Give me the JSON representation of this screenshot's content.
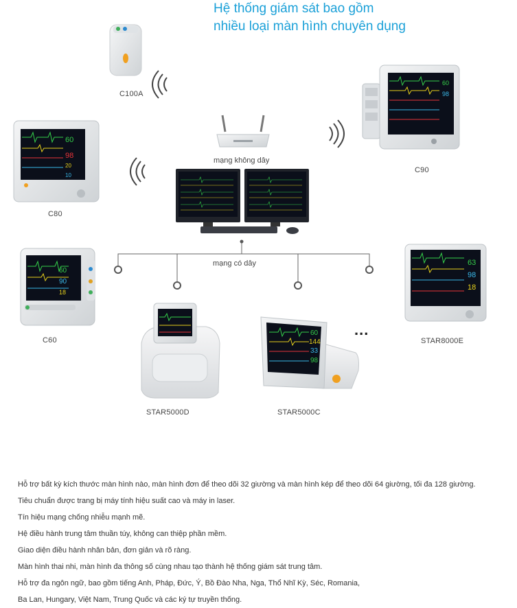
{
  "title": {
    "line1": "Hệ thống giám sát bao gồm",
    "line2": "nhiều loại màn hình chuyên dụng"
  },
  "devices": {
    "c100a": "C100A",
    "c90": "C90",
    "c80": "C80",
    "c60": "C60",
    "star8000e": "STAR8000E",
    "star5000d": "STAR5000D",
    "star5000c": "STAR5000C"
  },
  "network": {
    "wireless": "mạng không dây",
    "wired": "mạng có dây",
    "more": "..."
  },
  "monitor_readings": {
    "c80": [
      "60",
      "98",
      "20",
      "10"
    ],
    "c60": [
      "60",
      "90",
      "18"
    ],
    "star5000c": [
      "60",
      "144",
      "33",
      "98"
    ],
    "star8000e": [
      "63",
      "98",
      "18"
    ],
    "c90": [
      "60",
      "98"
    ]
  },
  "features": [
    "Hỗ trợ bất kỳ kích thước màn hình nào, màn hình đơn để theo dõi 32 giường và màn hình kép để theo dõi 64 giường, tối đa 128 giường.",
    "Tiêu chuẩn được trang bị máy tính hiệu suất cao và máy in laser.",
    "Tín hiệu mạng chống nhiễu mạnh mẽ.",
    "Hệ điều hành trung tâm thuần túy, không can thiệp phần mềm.",
    "Giao diện điều hành nhân bản, đơn giản và rõ ràng.",
    "Màn hình thai nhi, màn hình đa thông số cùng nhau tạo thành hệ thống giám sát trung tâm.",
    "Hỗ trợ đa ngôn ngữ, bao gồm tiếng Anh, Pháp, Đức, Ý, Bồ Đào Nha, Nga, Thổ Nhĩ Kỳ, Séc, Romania,",
    "Ba Lan, Hungary, Việt Nam, Trung Quốc và các ký tự truyền thống."
  ],
  "colors": {
    "title": "#1aa0d8",
    "screen": "#0b0f1a",
    "device_body": "#e4e6e8",
    "wave_green": "#35d04a",
    "wave_yellow": "#e8d21c",
    "wave_red": "#e8343a",
    "wave_cyan": "#3ab8e8"
  }
}
